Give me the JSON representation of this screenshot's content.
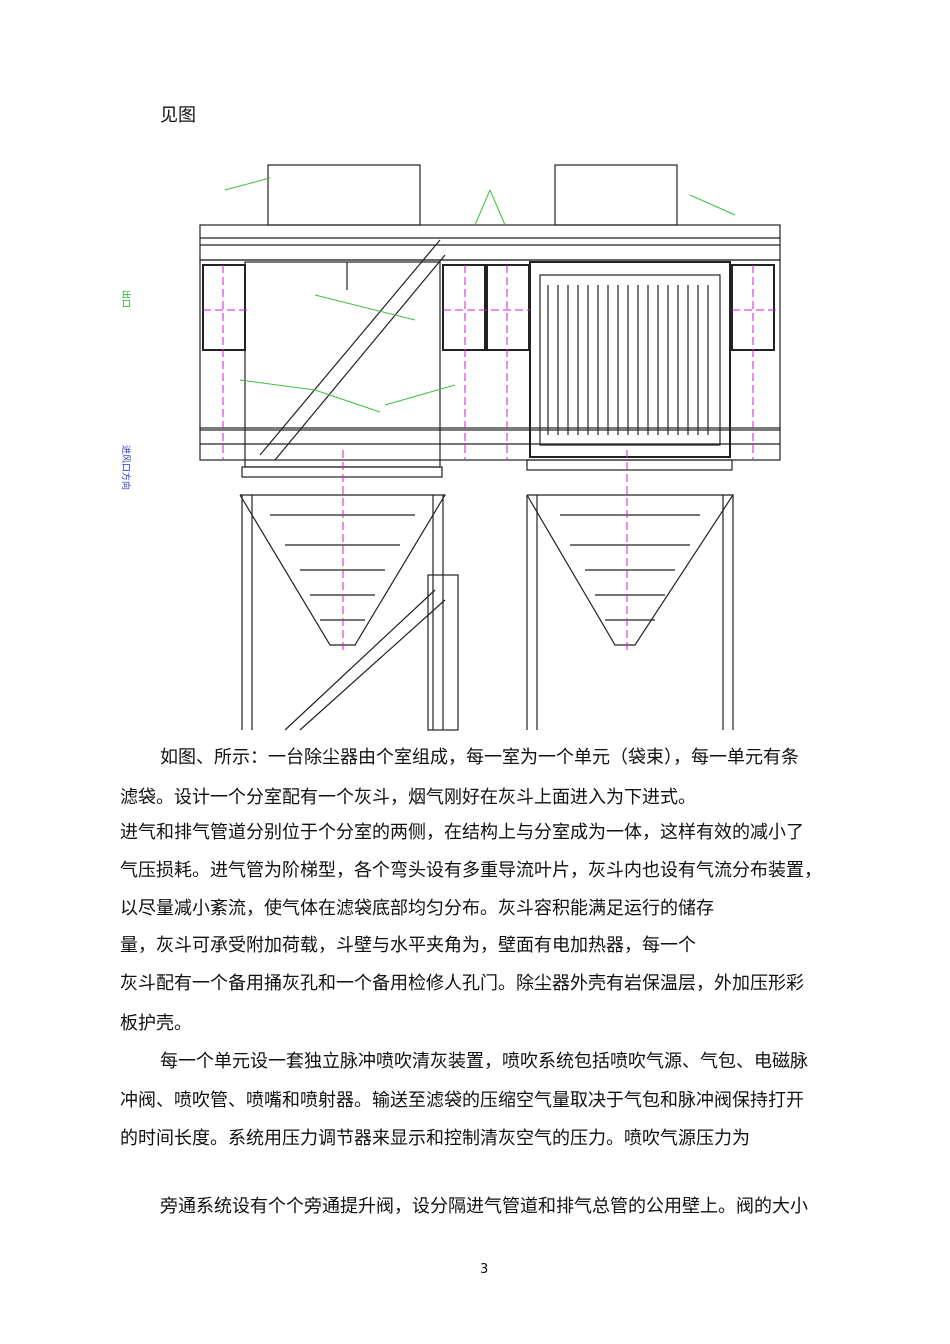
{
  "document": {
    "figure_caption_above": "见图",
    "figure_side_labels": [
      "出口",
      "进风口方向"
    ],
    "lines": [
      "如图、所示：一台除尘器由个室组成，每一室为一个单元（袋束），每一单元有条",
      "滤袋。设计一个分室配有一个灰斗，烟气刚好在灰斗上面进入为下进式。",
      "进气和排气管道分别位于个分室的两侧，在结构上与分室成为一体，这样有效的减小了",
      "气压损耗。进气管为阶梯型，各个弯头设有多重导流叶片，灰斗内也设有气流分布装置，",
      "以尽量减小紊流，使气体在滤袋底部均匀分布。灰斗容积能满足运行的储存",
      "量，灰斗可承受附加荷载，斗壁与水平夹角为，壁面有电加热器，每一个",
      "灰斗配有一个备用捅灰孔和一个备用检修人孔门。除尘器外壳有岩保温层，外加压形彩",
      "板护壳。",
      "每一个单元设一套独立脉冲喷吹清灰装置，喷吹系统包括喷吹气源、气包、电磁脉",
      "冲阀、喷吹管、喷嘴和喷射器。输送至滤袋的压缩空气量取决于气包和脉冲阀保持打开",
      "的时间长度。系统用压力调节器来显示和控制清灰空气的压力。喷吹气源压力为",
      "旁通系统设有个个旁通提升阀，设分隔进气管道和排气总管的公用壁上。阀的大小"
    ],
    "page_number": "3"
  }
}
